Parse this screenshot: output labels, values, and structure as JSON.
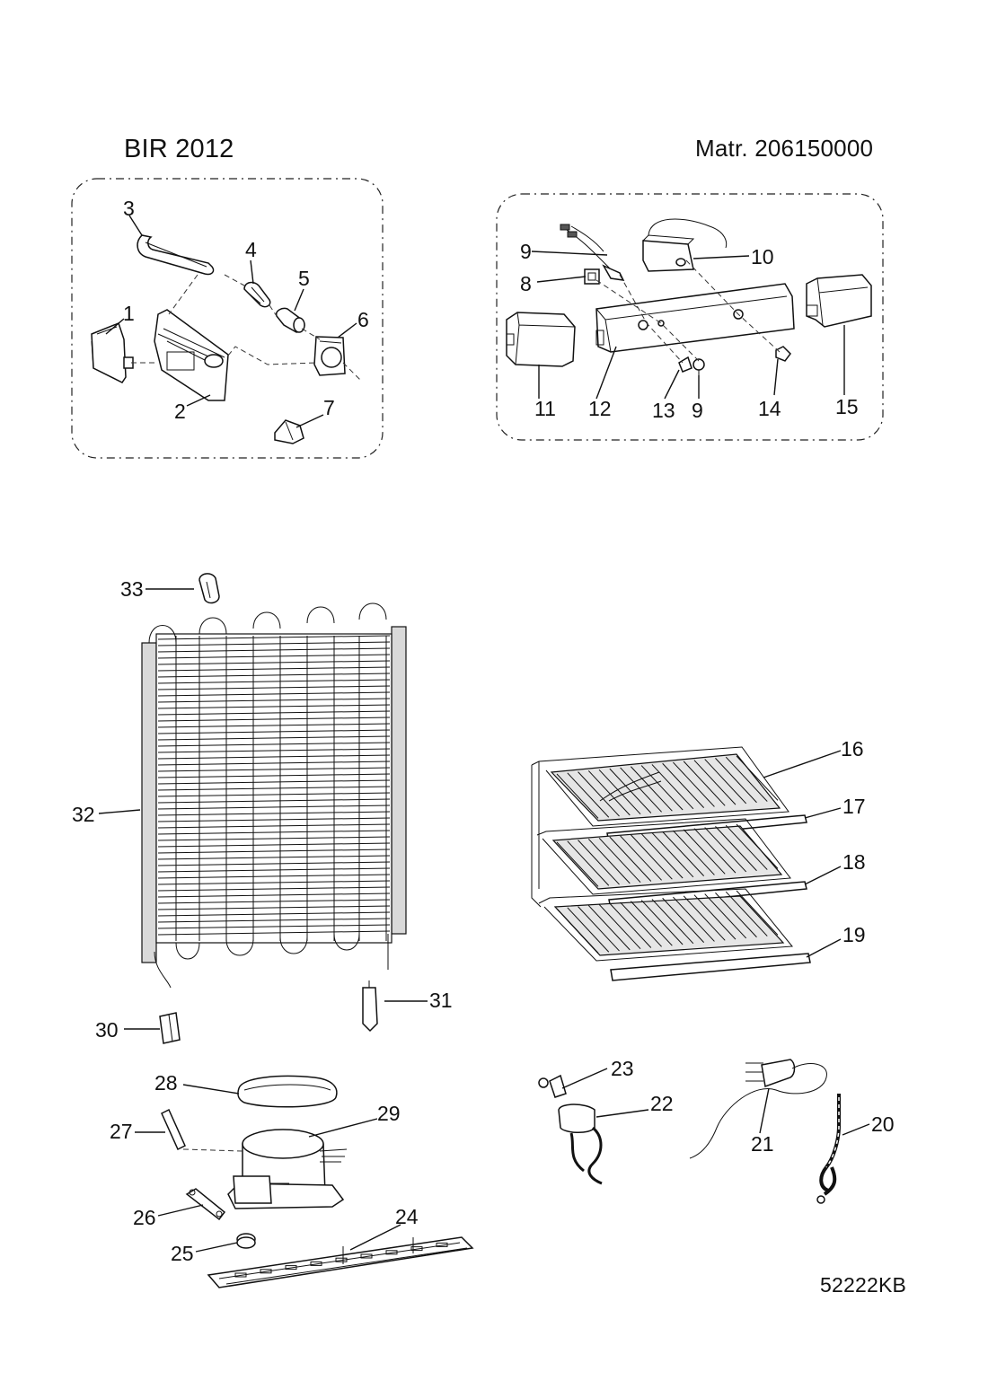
{
  "header": {
    "title": "BIR 2012",
    "matr": "Matr. 206150000"
  },
  "footer": {
    "code": "52222KB"
  },
  "callouts": {
    "c1": "1",
    "c2": "2",
    "c3": "3",
    "c4": "4",
    "c5": "5",
    "c6": "6",
    "c7": "7",
    "c8": "8",
    "c9a": "9",
    "c9b": "9",
    "c10": "10",
    "c11": "11",
    "c12": "12",
    "c13": "13",
    "c14": "14",
    "c15": "15",
    "c16": "16",
    "c17": "17",
    "c18": "18",
    "c19": "19",
    "c20": "20",
    "c21": "21",
    "c22": "22",
    "c23": "23",
    "c24": "24",
    "c25": "25",
    "c26": "26",
    "c27": "27",
    "c28": "28",
    "c29": "29",
    "c30": "30",
    "c31": "31",
    "c32": "32",
    "c33": "33"
  }
}
